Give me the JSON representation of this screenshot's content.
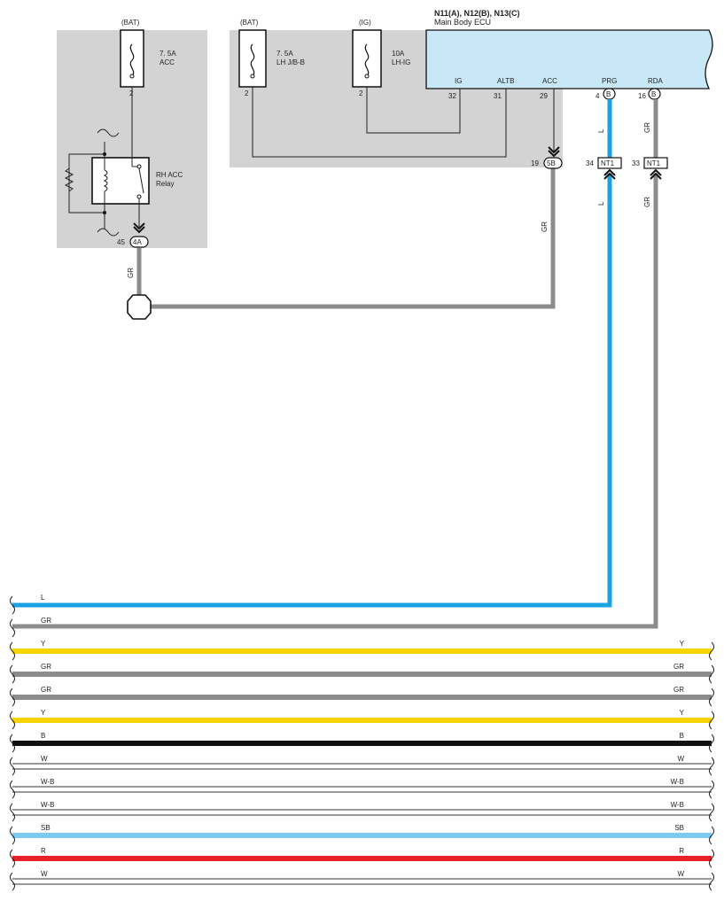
{
  "ecu": {
    "code": "N11(A), N12(B), N13(C)",
    "name": "Main Body ECU",
    "pins": [
      {
        "label": "IG",
        "num": "32"
      },
      {
        "label": "ALTB",
        "num": "31"
      },
      {
        "label": "ACC",
        "num": "29"
      },
      {
        "label": "PRG",
        "num": "4",
        "conn": "B"
      },
      {
        "label": "RDA",
        "num": "16",
        "conn": "B"
      }
    ]
  },
  "fuses": [
    {
      "source": "(BAT)",
      "rating": "7. 5A",
      "name": "ACC",
      "pin": "2"
    },
    {
      "source": "(BAT)",
      "rating": "7. 5A",
      "name": "LH J/B-B",
      "pin": "2"
    },
    {
      "source": "(IG)",
      "rating": "10A",
      "name": "LH-IG",
      "pin": "2"
    }
  ],
  "relay": {
    "line1": "RH ACC",
    "line2": "Relay"
  },
  "connectors": {
    "c4a": {
      "num": "45",
      "code": "4A"
    },
    "c5b": {
      "num": "19",
      "code": "5B"
    },
    "nt1_l": {
      "num": "34",
      "code": "NT1"
    },
    "nt1_r": {
      "num": "33",
      "code": "NT1"
    }
  },
  "wire_labels": {
    "gr_left": "GR",
    "gr_mid": "GR",
    "l_top": "L",
    "l_bot": "L",
    "gr_r_top": "GR",
    "gr_r_bot": "GR"
  },
  "bus": [
    {
      "left": "L",
      "right": "",
      "color": "#1aa3e0",
      "outline": false
    },
    {
      "left": "GR",
      "right": "",
      "color": "#8c8c8c",
      "outline": false
    },
    {
      "left": "Y",
      "right": "Y",
      "color": "#f5d400",
      "outline": false
    },
    {
      "left": "GR",
      "right": "GR",
      "color": "#8c8c8c",
      "outline": false
    },
    {
      "left": "GR",
      "right": "GR",
      "color": "#8c8c8c",
      "outline": false
    },
    {
      "left": "Y",
      "right": "Y",
      "color": "#f5d400",
      "outline": false
    },
    {
      "left": "B",
      "right": "B",
      "color": "#111111",
      "outline": false
    },
    {
      "left": "W",
      "right": "W",
      "color": "#ffffff",
      "outline": true
    },
    {
      "left": "W-B",
      "right": "W-B",
      "color": "#ffffff",
      "outline": true
    },
    {
      "left": "W-B",
      "right": "W-B",
      "color": "#ffffff",
      "outline": true
    },
    {
      "left": "SB",
      "right": "SB",
      "color": "#7fcaf0",
      "outline": false
    },
    {
      "left": "R",
      "right": "R",
      "color": "#e8202a",
      "outline": false
    },
    {
      "left": "W",
      "right": "W",
      "color": "#ffffff",
      "outline": true
    }
  ],
  "colors": {
    "ecu_fill": "#c8e8f8",
    "panel": "#d3d3d3",
    "wire_gr": "#8c8c8c",
    "wire_l": "#1aa3e0"
  }
}
